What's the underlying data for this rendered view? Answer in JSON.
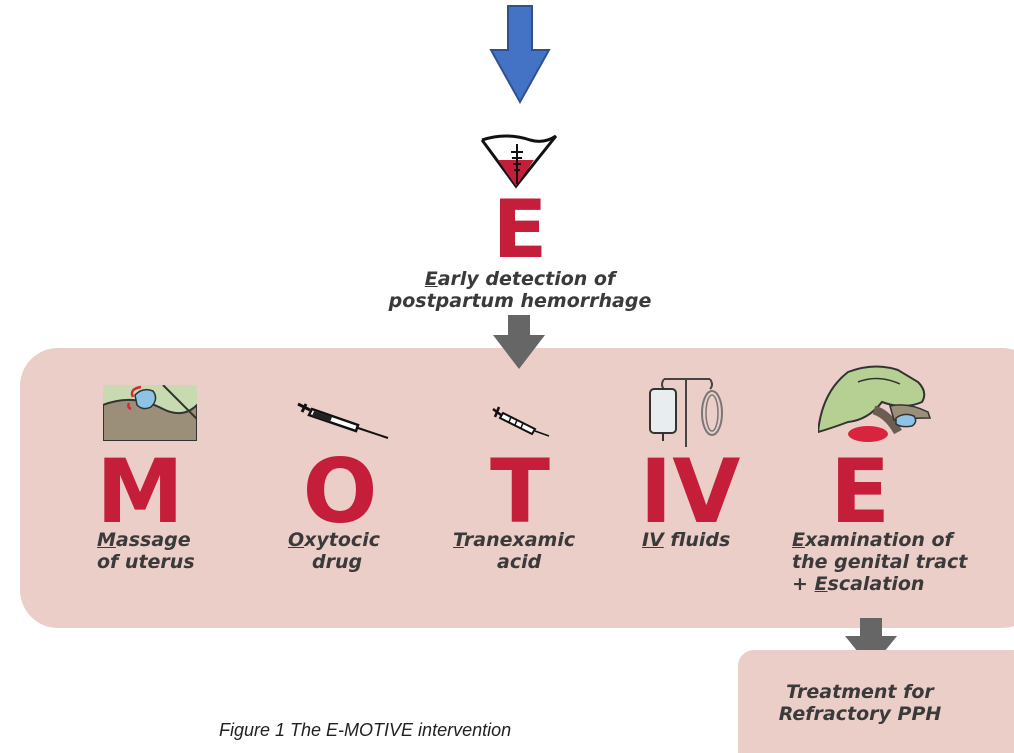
{
  "top_letter": "E",
  "early": {
    "initial": "E",
    "line1_rest": "arly detection of",
    "line2": "postpartum hemorrhage"
  },
  "motive": [
    {
      "letter": "M",
      "initial": "M",
      "rest1": "assage",
      "line2": "of uterus",
      "icon": "uterine-massage-icon"
    },
    {
      "letter": "O",
      "initial": "O",
      "rest1": "xytocic",
      "line2": "drug",
      "icon": "syringe-icon"
    },
    {
      "letter": "T",
      "initial": "T",
      "rest1": "ranexamic",
      "line2": "acid",
      "icon": "small-syringe-icon"
    },
    {
      "letter": "IV",
      "initial": "IV",
      "rest1": " fluids",
      "line2": "",
      "icon": "iv-bag-icon"
    },
    {
      "letter": "E",
      "initial": "E",
      "rest1": "xamination of",
      "line2": "the genital tract",
      "line3_prefix": "+ ",
      "line3_initial": "E",
      "line3_rest": "scalation",
      "icon": "genital-exam-icon"
    }
  ],
  "treatment": {
    "line1": "Treatment for",
    "line2": "Refractory PPH"
  },
  "caption": "Figure 1 The E-MOTIVE intervention",
  "colors": {
    "accent_red": "#c41e3a",
    "panel": "#eccec9",
    "arrow_blue": "#4472c4",
    "arrow_gray": "#666666"
  }
}
